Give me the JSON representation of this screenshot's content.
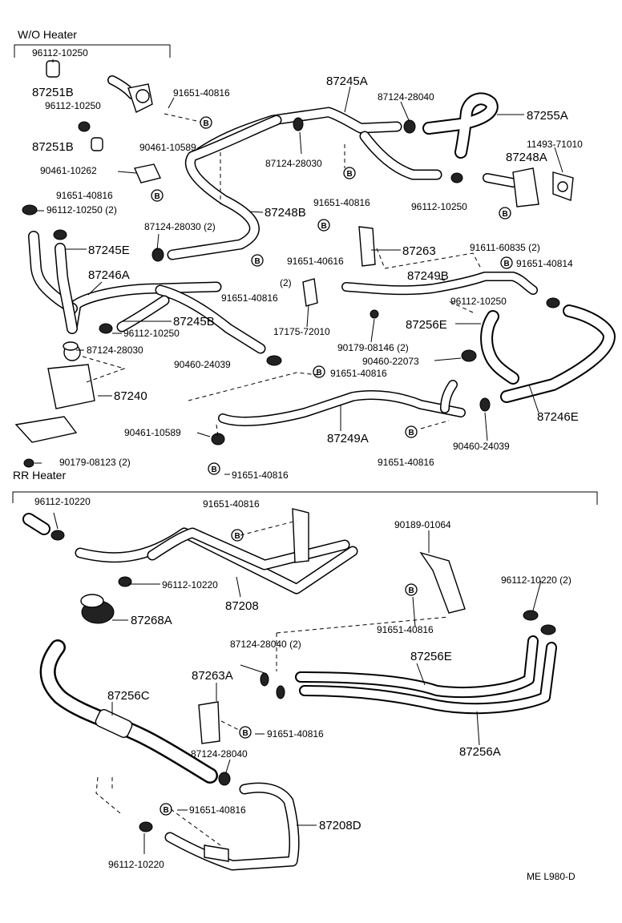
{
  "sections": {
    "wo_heater": "W/O Heater",
    "rr_heater": "RR Heater"
  },
  "bolt_mark": "B",
  "reference_code": "ME L980-D",
  "labels": {
    "p96112_10250_a": "96112-10250",
    "p87251B_a": "87251B",
    "p96112_10250_b": "96112-10250",
    "p87251B_b": "87251B",
    "p91651_40816_a": "91651-40816",
    "p90461_10589_a": "90461-10589",
    "p87245A": "87245A",
    "p87124_28040_a": "87124-28040",
    "p87255A": "87255A",
    "p87124_28030_a": "87124-28030",
    "p11493_71010": "11493-71010",
    "p87248A": "87248A",
    "p90461_10262": "90461-10262",
    "p91651_40816_b": "91651-40816",
    "p96112_10250_2a": "96112-10250 (2)",
    "p91651_40816_c": "91651-40816",
    "p96112_10250_c": "96112-10250",
    "p87248B": "87248B",
    "p87124_28030_2": "87124-28030 (2)",
    "p87245E": "87245E",
    "p91651_40616": "91651-40616",
    "p87263": "87263",
    "p91611_60835": "91611-60835 (2)",
    "p91651_40814": "91651-40814",
    "p87246A": "87246A",
    "p2_note": "(2)",
    "p91651_40816_d": "91651-40816",
    "p87249B": "87249B",
    "p96112_10250_d": "96112-10250",
    "p87245B": "87245B",
    "p96112_10250_e": "96112-10250",
    "p17175_72010": "17175-72010",
    "p87256E_a": "87256E",
    "p87124_28030_b": "87124-28030",
    "p90179_08146": "90179-08146 (2)",
    "p90460_22073": "90460-22073",
    "p90460_24039_a": "90460-24039",
    "p91651_40816_e": "91651-40816",
    "p87240": "87240",
    "p87246E": "87246E",
    "p90461_10589_b": "90461-10589",
    "p87249A": "87249A",
    "p90460_24039_b": "90460-24039",
    "p91651_40816_f": "91651-40816",
    "p90179_08123": "90179-08123 (2)",
    "p91651_40816_g": "91651-40816",
    "p96112_10220_a": "96112-10220",
    "p91651_40816_h": "91651-40816",
    "p90189_01064": "90189-01064",
    "p96112_10220_b": "96112-10220",
    "p87208": "87208",
    "p96112_10220_2": "96112-10220 (2)",
    "p87268A": "87268A",
    "p91651_40816_i": "91651-40816",
    "p87124_28040_2": "87124-28040 (2)",
    "p87256E_b": "87256E",
    "p87263A": "87263A",
    "p87256C": "87256C",
    "p91651_40816_j": "91651-40816",
    "p87124_28040_b": "87124-28040",
    "p87256A": "87256A",
    "p91651_40816_k": "91651-40816",
    "p87208D": "87208D",
    "p96112_10220_c": "96112-10220"
  }
}
